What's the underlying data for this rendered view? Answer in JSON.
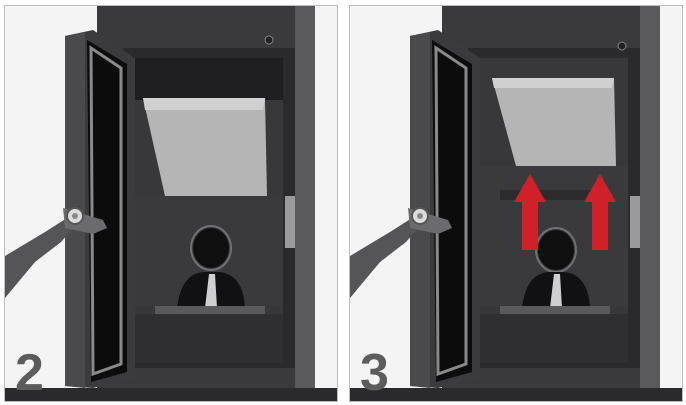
{
  "steps": [
    {
      "number": "2",
      "flue_plate": "open",
      "arrows": false
    },
    {
      "number": "3",
      "flue_plate": "raised",
      "arrows": true
    }
  ],
  "colors": {
    "stove_body": "#2f2f31",
    "stove_side": "#4a4a4c",
    "door_frame": "#3a3a3c",
    "glass_edge": "#8a8a8a",
    "firebox_back": "#3c3c3e",
    "baffle_light": "#b9b9b9",
    "wall": "#f4f4f4",
    "arrow_red": "#d0202a",
    "step_number": "#5c5c5c"
  },
  "icons": [
    "door-handle-icon",
    "bolt-icon",
    "up-arrow-icon"
  ]
}
